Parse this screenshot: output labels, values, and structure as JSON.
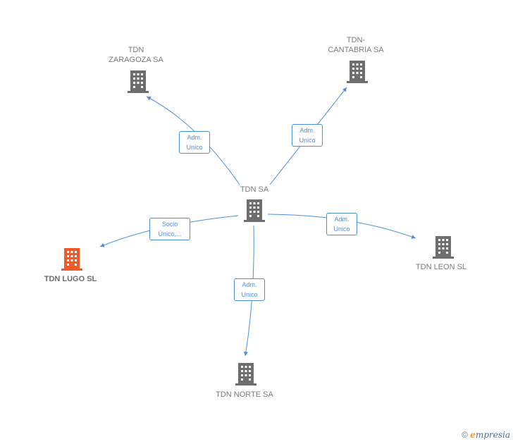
{
  "nodes": {
    "center": {
      "name": "TDN SA"
    },
    "zaragoza": {
      "name": "TDN\nZARAGOZA SA"
    },
    "cantabria": {
      "name": "TDN-\nCANTABRIA SA"
    },
    "leon": {
      "name": "TDN LEON SL"
    },
    "norte": {
      "name": "TDN NORTE SA"
    },
    "lugo": {
      "name": "TDN LUGO SL"
    }
  },
  "edges": {
    "zaragoza": {
      "label": "Adm.\nUnico"
    },
    "cantabria": {
      "label": "Adm.\nUnico"
    },
    "leon": {
      "label": "Adm.\nUnico"
    },
    "norte": {
      "label": "Adm.\nUnico"
    },
    "lugo": {
      "label": "Socio\nÚnico,..."
    }
  },
  "colors": {
    "building": "#6e6e6e",
    "focus_building": "#f05a28",
    "edge": "#4a90d9"
  },
  "footer": {
    "copyright": "©",
    "brand_e": "e",
    "brand_rest": "mpresia"
  }
}
